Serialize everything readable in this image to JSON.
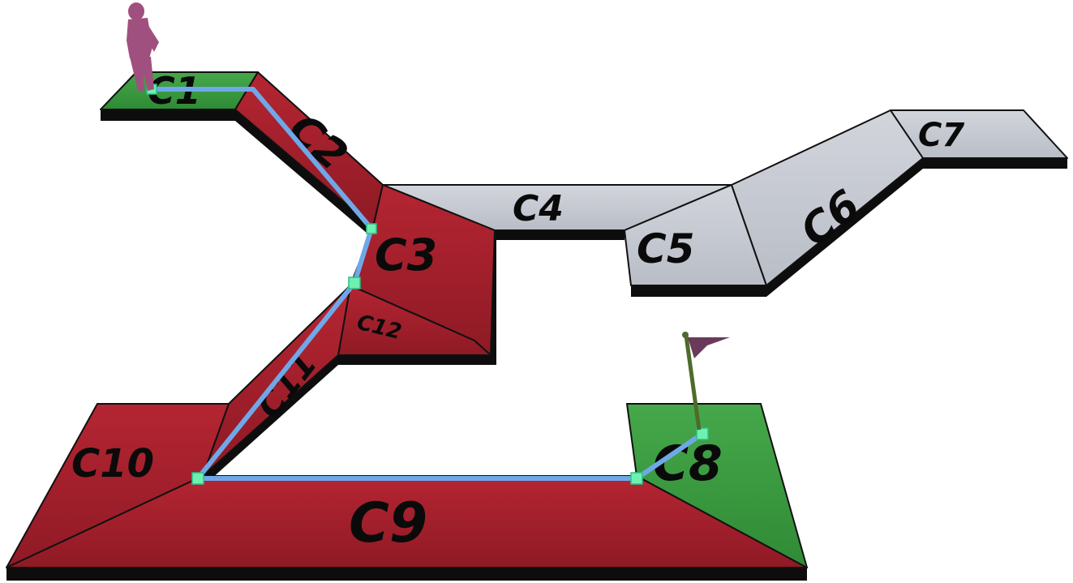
{
  "colors": {
    "red": "#a5202c",
    "red_dark": "#8a1823",
    "green": "#3a9a3f",
    "gray": "#c8ccd4",
    "path": "#6fa8e8",
    "waypoint": "#6ef0b0",
    "agent": "#a0507e",
    "flag": "#6a3a5a",
    "flag_pole": "#4f6b2c"
  },
  "icons": {
    "agent": "person-figure-icon",
    "goal": "flag-icon"
  },
  "cells": [
    {
      "id": "c1",
      "label": "C1",
      "state": "green"
    },
    {
      "id": "c2",
      "label": "C2",
      "state": "red"
    },
    {
      "id": "c3",
      "label": "C3",
      "state": "red"
    },
    {
      "id": "c4",
      "label": "C4",
      "state": "gray"
    },
    {
      "id": "c5",
      "label": "C5",
      "state": "gray"
    },
    {
      "id": "c6",
      "label": "C6",
      "state": "gray"
    },
    {
      "id": "c7",
      "label": "C7",
      "state": "gray"
    },
    {
      "id": "c8",
      "label": "C8",
      "state": "green"
    },
    {
      "id": "c9",
      "label": "C9",
      "state": "red"
    },
    {
      "id": "c10",
      "label": "C10",
      "state": "red"
    },
    {
      "id": "c11",
      "label": "C11",
      "state": "red"
    },
    {
      "id": "c12",
      "label": "C12",
      "state": "red"
    }
  ]
}
